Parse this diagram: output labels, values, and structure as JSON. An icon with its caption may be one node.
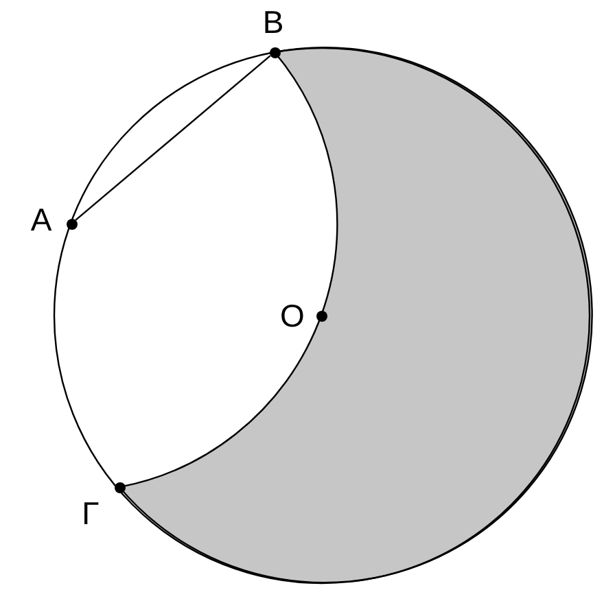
{
  "diagram": {
    "nodes": [
      {
        "text": [
          "B"
        ]
      },
      {
        "text": [
          "A"
        ]
      },
      {
        "text": [
          "O"
        ]
      },
      {
        "text": [
          "Γ"
        ]
      }
    ],
    "edges": [
      {
        "from": 1,
        "to": 0,
        "arrow": "none"
      }
    ]
  }
}
